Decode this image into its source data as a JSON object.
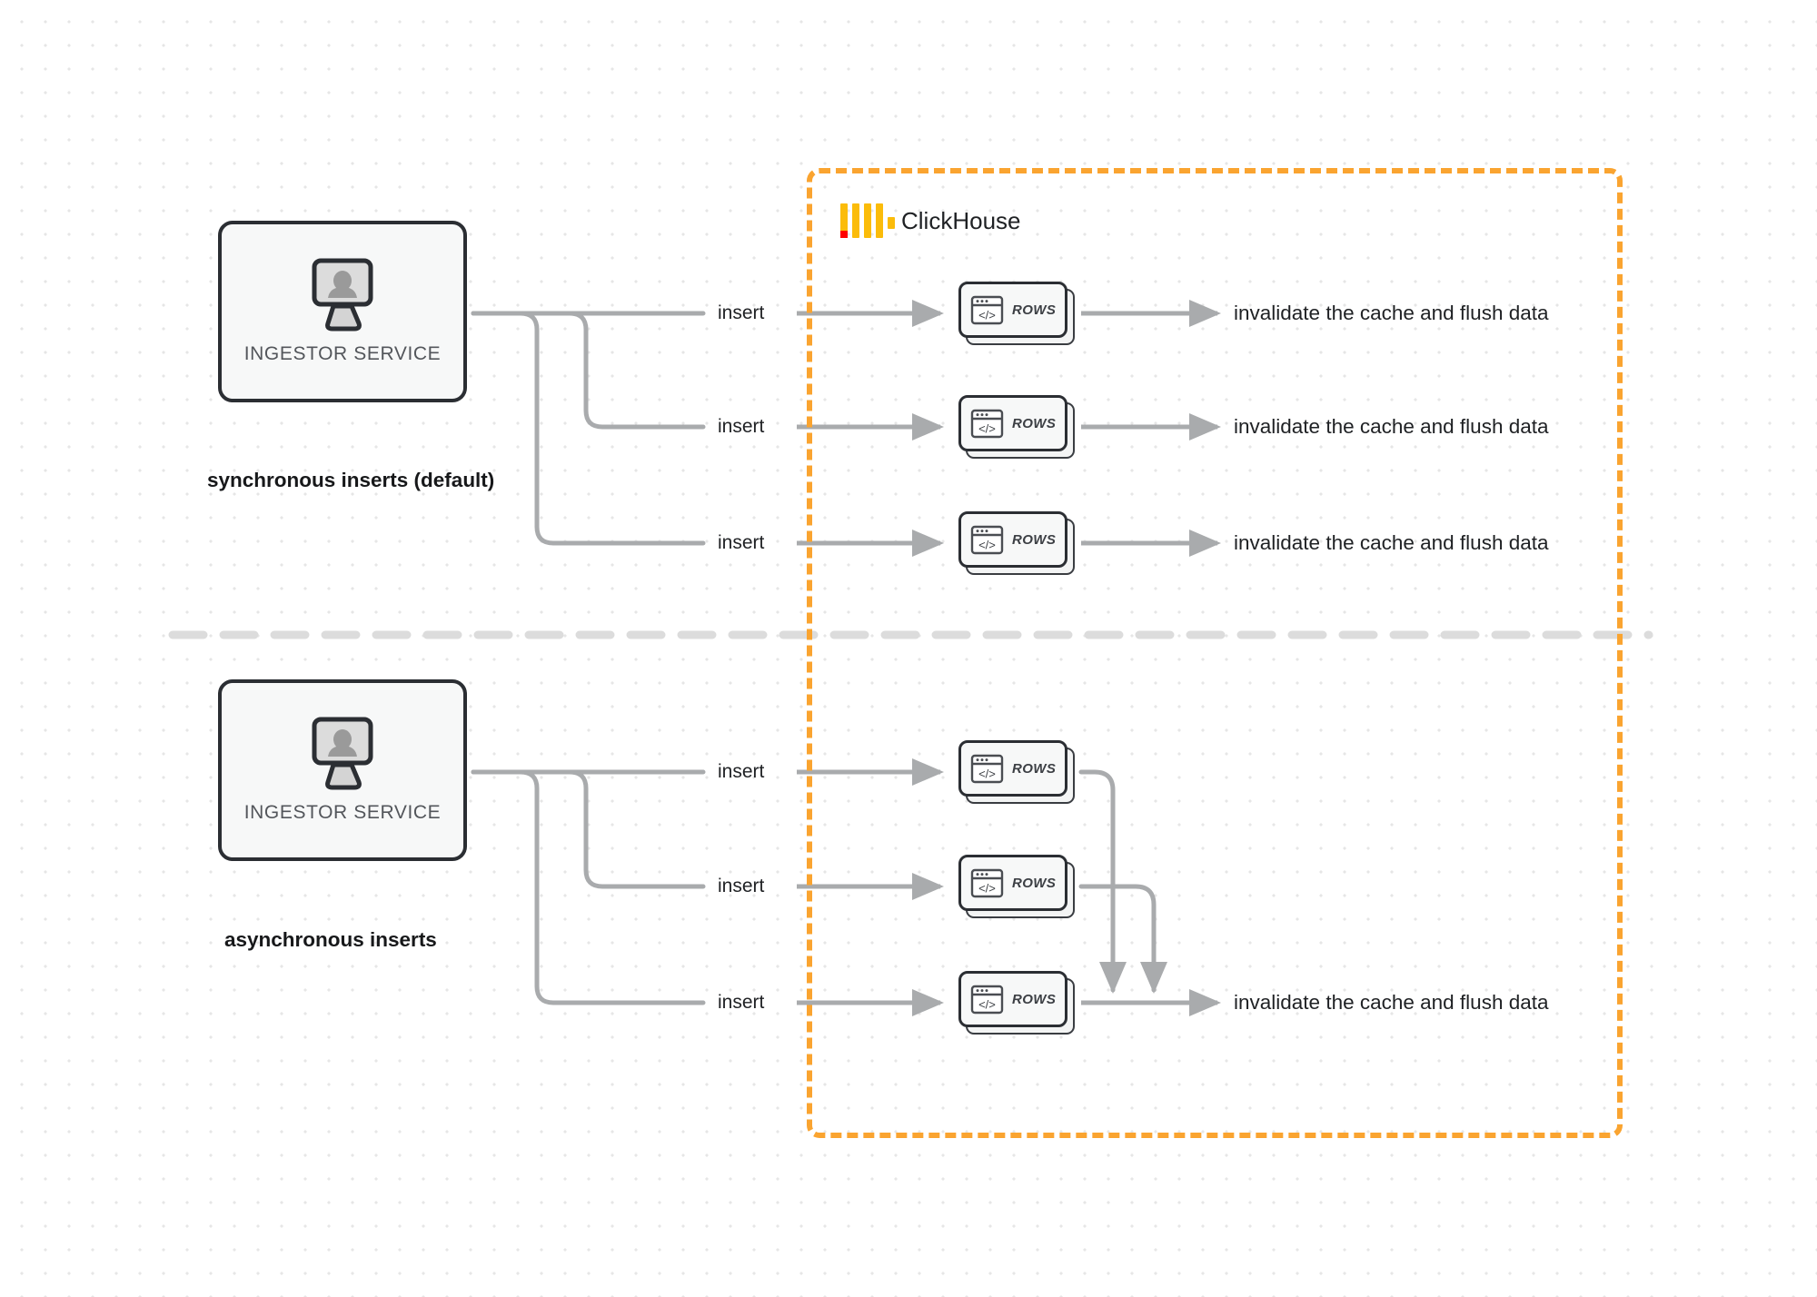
{
  "diagram": {
    "title": "ClickHouse synchronous vs asynchronous inserts",
    "background": "#ffffff",
    "grid_dot_color": "#e6e6e6",
    "connector_color": "#a9abad",
    "divider_color": "#dcdcdc"
  },
  "clickhouse": {
    "title": "ClickHouse",
    "border_color": "#faa430",
    "logo_bar_color": "#fbbc0a",
    "logo_accent_color": "#ff0000",
    "logo_icon": "clickhouse-logo-icon"
  },
  "sections": [
    {
      "id": "synchronous",
      "caption": "synchronous inserts (default)",
      "service": {
        "label": "INGESTOR SERVICE",
        "icon": "monitor-user-icon"
      },
      "branches": [
        {
          "insert_label": "insert",
          "rows_label": "ROWS",
          "rows_icon": "code-window-icon",
          "result_label": "invalidate the cache and flush data"
        },
        {
          "insert_label": "insert",
          "rows_label": "ROWS",
          "rows_icon": "code-window-icon",
          "result_label": "invalidate the cache and flush data"
        },
        {
          "insert_label": "insert",
          "rows_label": "ROWS",
          "rows_icon": "code-window-icon",
          "result_label": "invalidate the cache and flush data"
        }
      ]
    },
    {
      "id": "asynchronous",
      "caption": "asynchronous inserts",
      "service": {
        "label": "INGESTOR SERVICE",
        "icon": "monitor-user-icon"
      },
      "branches": [
        {
          "insert_label": "insert",
          "rows_label": "ROWS",
          "rows_icon": "code-window-icon"
        },
        {
          "insert_label": "insert",
          "rows_label": "ROWS",
          "rows_icon": "code-window-icon"
        },
        {
          "insert_label": "insert",
          "rows_label": "ROWS",
          "rows_icon": "code-window-icon"
        }
      ],
      "result_label": "invalidate the cache and flush data"
    }
  ]
}
